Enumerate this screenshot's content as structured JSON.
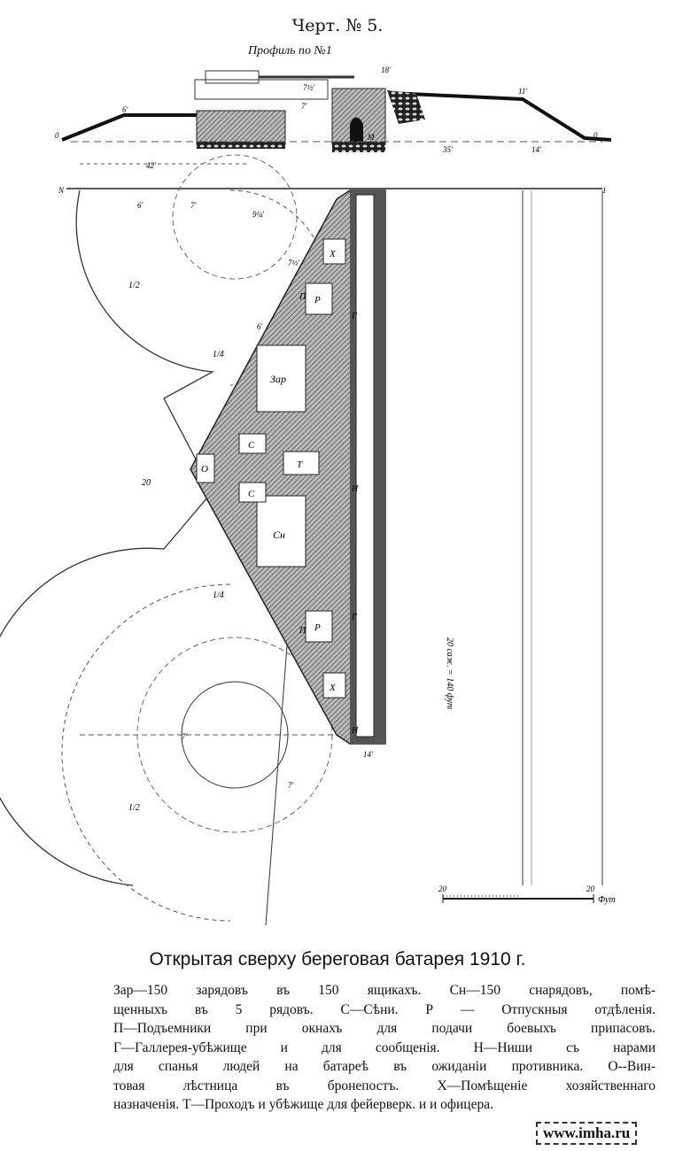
{
  "header": {
    "title": "Черт. № 5.",
    "profile_label": "Профиль по №1"
  },
  "profile_dims": [
    "0",
    "6'",
    "7'",
    "7½'",
    "18'",
    "11'",
    "14'",
    "42'",
    "35'",
    "0",
    "М"
  ],
  "plan_labels": {
    "north": "N",
    "marker": "1",
    "magazine": "Зар",
    "shells": "Сн",
    "passage": "Т",
    "vestibule": "С",
    "stair": "О",
    "issue_room": "Р",
    "lift": "П",
    "utility": "Х",
    "gallery": "Г",
    "niche": "Н",
    "half": "1/2",
    "quarter": "1/4",
    "twenty": "20",
    "length": "20 саж. = 140 фут",
    "dims": [
      "6'",
      "7'",
      "7½'",
      "6'",
      "7'",
      "7'",
      "14'",
      "9¼'"
    ]
  },
  "scale": {
    "left": "20",
    "right": "20",
    "unit": "Фут"
  },
  "caption": {
    "title": "Открытая сверху береговая батарея 1910 г.",
    "lines": [
      "Зар—150 зарядовъ въ 150 ящикахъ. Сн—150 снарядовъ, помѣ-",
      "щенныхъ въ 5 рядовъ. С—Сѣни. Р — Отпускныя отдѣленія.",
      "П—Подъемники при окнахъ для подачи боевыхъ припасовъ.",
      "Г—Галлерея-убѣжище и  для сообщенія. Н—Ниши съ нарами",
      "для спанья людей на батареѣ въ ожиданіи противника. О--Вин-",
      "товая лѣстница въ бронепостъ. Х—Помѣщеніе хозяйственнаго",
      "назначенія. Т—Проходъ и убѣжище для фейерверк. и и офицера."
    ]
  },
  "watermark": "www.imha.ru"
}
